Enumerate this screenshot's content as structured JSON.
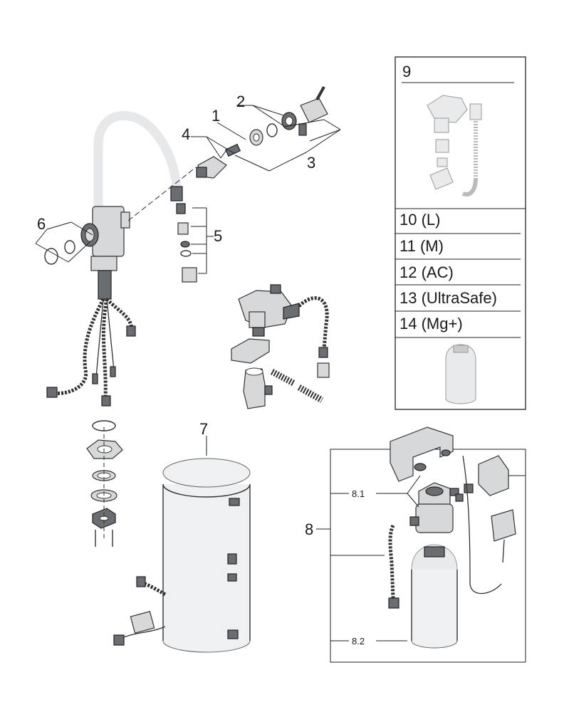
{
  "callouts": {
    "c1": "1",
    "c2": "2",
    "c3": "3",
    "c4": "4",
    "c5": "5",
    "c6": "6",
    "c7": "7",
    "c8": "8",
    "c8_1": "8.1",
    "c8_2": "8.2"
  },
  "parts_panel": {
    "header": "9",
    "rows": [
      "10 (L)",
      "11 (M)",
      "12 (AC)",
      "13 (UltraSafe)",
      "14 (Mg+)"
    ]
  },
  "colors": {
    "line": "#222222",
    "part_fill": "#d6d8da",
    "dark_part": "#6a6e72"
  }
}
